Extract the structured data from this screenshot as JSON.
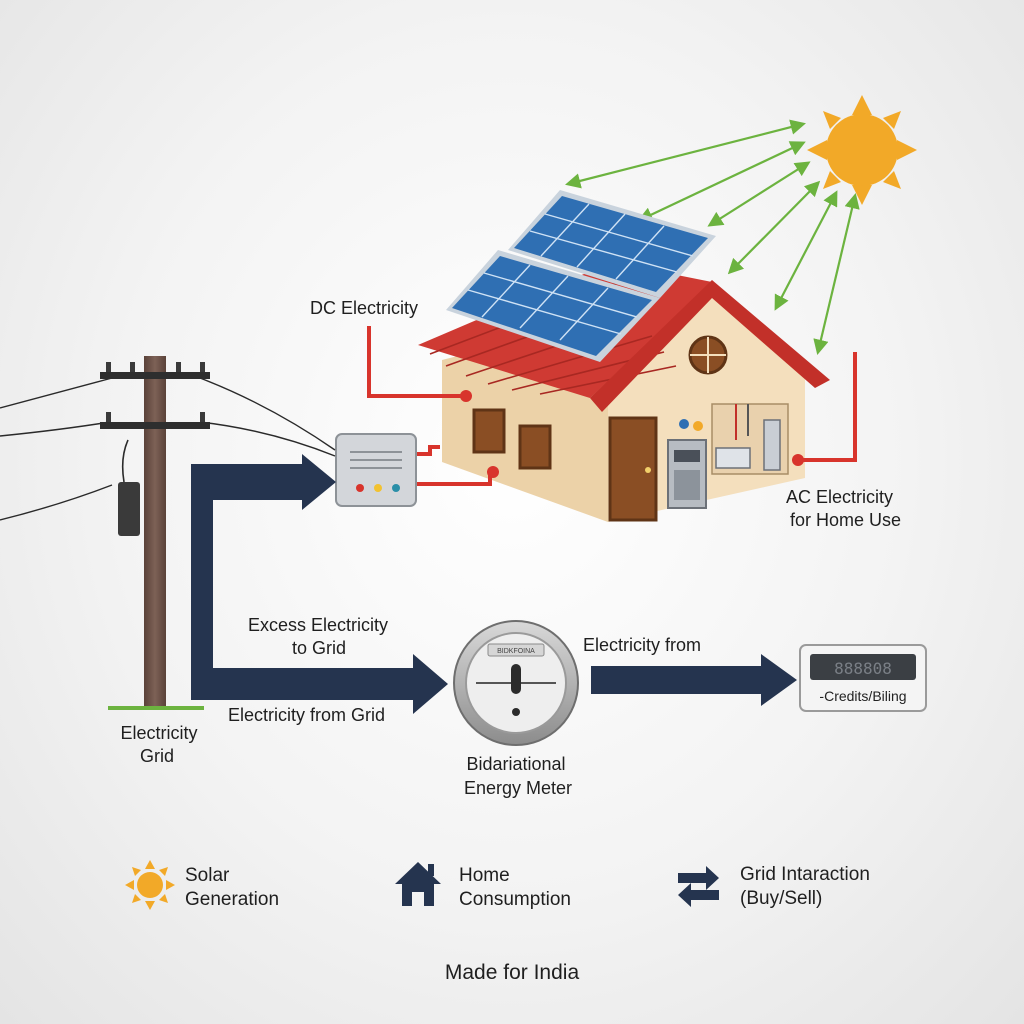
{
  "colors": {
    "sun": "#f2a928",
    "panel": "#2f6fb3",
    "roof": "#d23a34",
    "wall": "#f2d9b2",
    "flow_arrow": "#25344f",
    "dc_wire": "#d8342c",
    "sun_ray": "#6cb33f",
    "pole": "#6b5147"
  },
  "labels": {
    "dc": "DC Electricity",
    "ac_line1": "AC Electricity",
    "ac_line2": "for Home Use",
    "excess_line1": "Excess Electricity",
    "excess_line2": "to Grid",
    "from_grid": "Electricity from Grid",
    "electricity_from": "Electricity from",
    "grid_line1": "Electricity",
    "grid_line2": "Grid",
    "meter_line1": "Bidariational",
    "meter_line2": "Energy Meter",
    "meter_face": "BIDKFOINA",
    "billing": "-Credits/Biling",
    "billing_display": "888808"
  },
  "legend": [
    {
      "icon": "sun-icon",
      "line1": "Solar",
      "line2": "Generation"
    },
    {
      "icon": "house-icon",
      "line1": "Home",
      "line2": "Consumption"
    },
    {
      "icon": "swap-arrows-icon",
      "line1": "Grid Intaraction",
      "line2": "(Buy/Sell)"
    }
  ],
  "footer": "Made for India"
}
